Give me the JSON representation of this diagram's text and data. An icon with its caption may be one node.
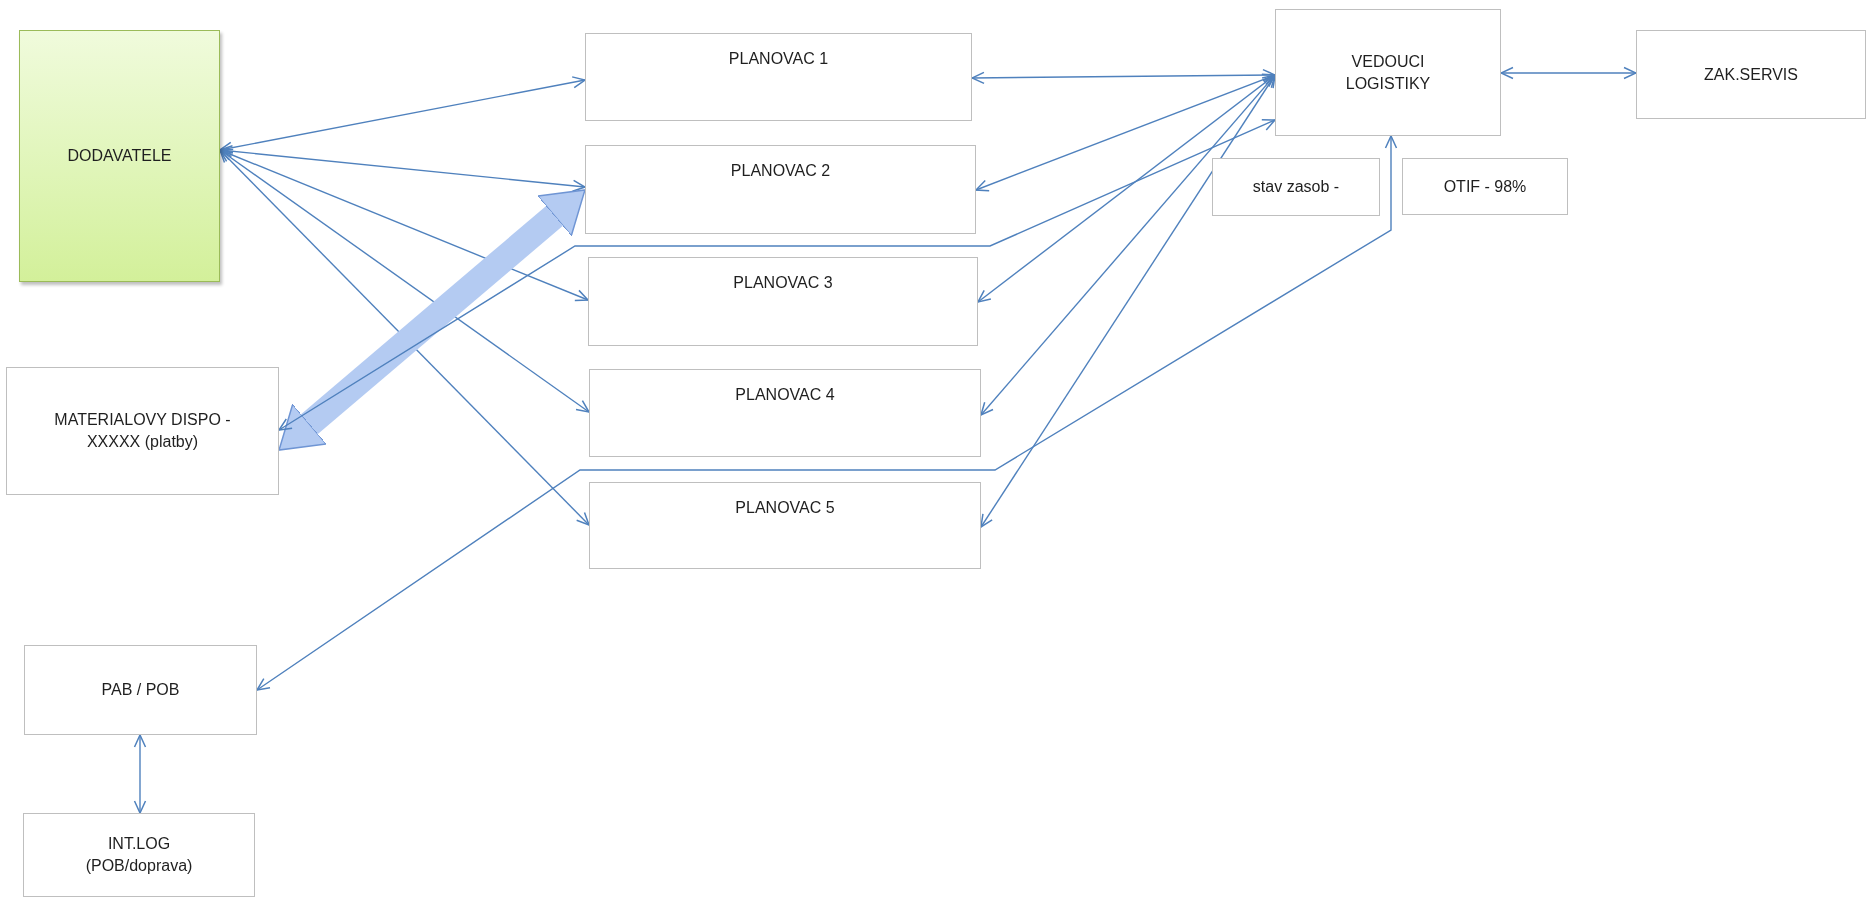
{
  "diagram": {
    "nodes": [
      {
        "text": [
          "DODAVATELE"
        ]
      },
      {
        "text": [
          "PLANOVAC 1"
        ]
      },
      {
        "text": [
          "PLANOVAC 2"
        ]
      },
      {
        "text": [
          "PLANOVAC 3"
        ]
      },
      {
        "text": [
          "PLANOVAC 4"
        ]
      },
      {
        "text": [
          "PLANOVAC 5"
        ]
      },
      {
        "text": [
          "VEDOUCI LOGISTIKY"
        ]
      },
      {
        "text": [
          "ZAK.SERVIS"
        ]
      },
      {
        "text": [
          "stav zasob -"
        ]
      },
      {
        "text": [
          "OTIF - 98%"
        ]
      },
      {
        "text": [
          "MATERIALOVY DISPO -XXXXX (platby)"
        ]
      },
      {
        "text": [
          "PAB / POB"
        ]
      },
      {
        "text": [
          "INT.LOG (POB/doprava)"
        ]
      }
    ],
    "edges": [
      {
        "from": 0,
        "to": 1,
        "arrow": "both"
      },
      {
        "from": 0,
        "to": 2,
        "arrow": "both"
      },
      {
        "from": 0,
        "to": 3,
        "arrow": "both"
      },
      {
        "from": 0,
        "to": 4,
        "arrow": "both"
      },
      {
        "from": 0,
        "to": 5,
        "arrow": "both"
      },
      {
        "from": 10,
        "to": 2,
        "arrow": "both",
        "style": "thick",
        "color": "#b4cbf2"
      },
      {
        "from": 1,
        "to": 6,
        "arrow": "both"
      },
      {
        "from": 6,
        "to": 2,
        "arrow": "both"
      },
      {
        "from": 6,
        "to": 3,
        "arrow": "both"
      },
      {
        "from": 6,
        "to": 4,
        "arrow": "both"
      },
      {
        "from": 6,
        "to": 5,
        "arrow": "both"
      },
      {
        "from": 10,
        "to": 6,
        "arrow": "both"
      },
      {
        "from": 11,
        "to": 6,
        "arrow": "both"
      },
      {
        "from": 6,
        "to": 7,
        "arrow": "both"
      },
      {
        "from": 11,
        "to": 12,
        "arrow": "both"
      }
    ]
  }
}
